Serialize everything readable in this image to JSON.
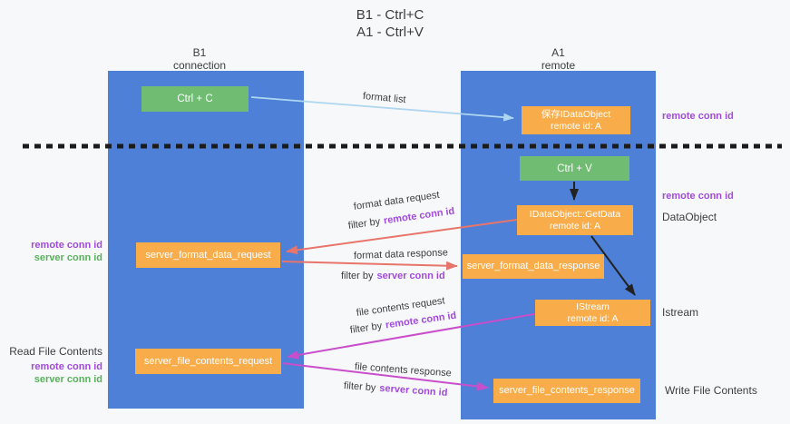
{
  "title": {
    "line1": "B1 - Ctrl+C",
    "line2": "A1 - Ctrl+V"
  },
  "lanes": {
    "left": {
      "name": "B1",
      "subtitle": "connection"
    },
    "right": {
      "name": "A1",
      "subtitle": "remote"
    }
  },
  "nodes": {
    "ctrl_c": {
      "label": "Ctrl + C"
    },
    "ctrl_v": {
      "label": "Ctrl + V"
    },
    "save_idataobject": {
      "line1": "保存IDataObject",
      "line2": "remote id: A"
    },
    "idataobject_getdata": {
      "line1": "IDataObject::GetData",
      "line2": "remote id: A"
    },
    "istream_box": {
      "line1": "IStream",
      "line2": "remote id: A"
    },
    "server_format_data_request": {
      "label": "server_format_data_request"
    },
    "server_format_data_response": {
      "label": "server_format_data_response"
    },
    "server_file_contents_request": {
      "label": "server_file_contents_request"
    },
    "server_file_contents_response": {
      "label": "server_file_contents_response"
    }
  },
  "edge_labels": {
    "format_list": "format list",
    "format_data_request": "format data request",
    "format_data_response": "format data response",
    "file_contents_request": "file contents request",
    "file_contents_response": "file contents response",
    "filter_by": "filter by",
    "remote_conn_id": "remote conn id",
    "server_conn_id": "server conn id"
  },
  "annotations": {
    "right_top_remote_conn_id": "remote conn id",
    "right_mid_remote_conn_id": "remote conn id",
    "dataobject": "DataObject",
    "istream": "Istream",
    "write_file_contents": "Write File Contents",
    "read_file_contents": "Read File Contents",
    "left_format_remote_conn_id": "remote conn id",
    "left_format_server_conn_id": "server conn id",
    "left_file_remote_conn_id": "remote conn id",
    "left_file_server_conn_id": "server conn id"
  },
  "colors": {
    "lane_blue": "#4d80d6",
    "action_green": "#6fbc72",
    "message_orange": "#f8ad4a",
    "remote_conn_purple": "#a24add",
    "server_conn_green": "#58b25b",
    "format_arrow_salmon": "#e8756b",
    "file_arrow_magenta": "#c94ecb",
    "format_list_arrow_blue": "#aed6f1",
    "dashed_divider_black": "#1b1b1b"
  }
}
